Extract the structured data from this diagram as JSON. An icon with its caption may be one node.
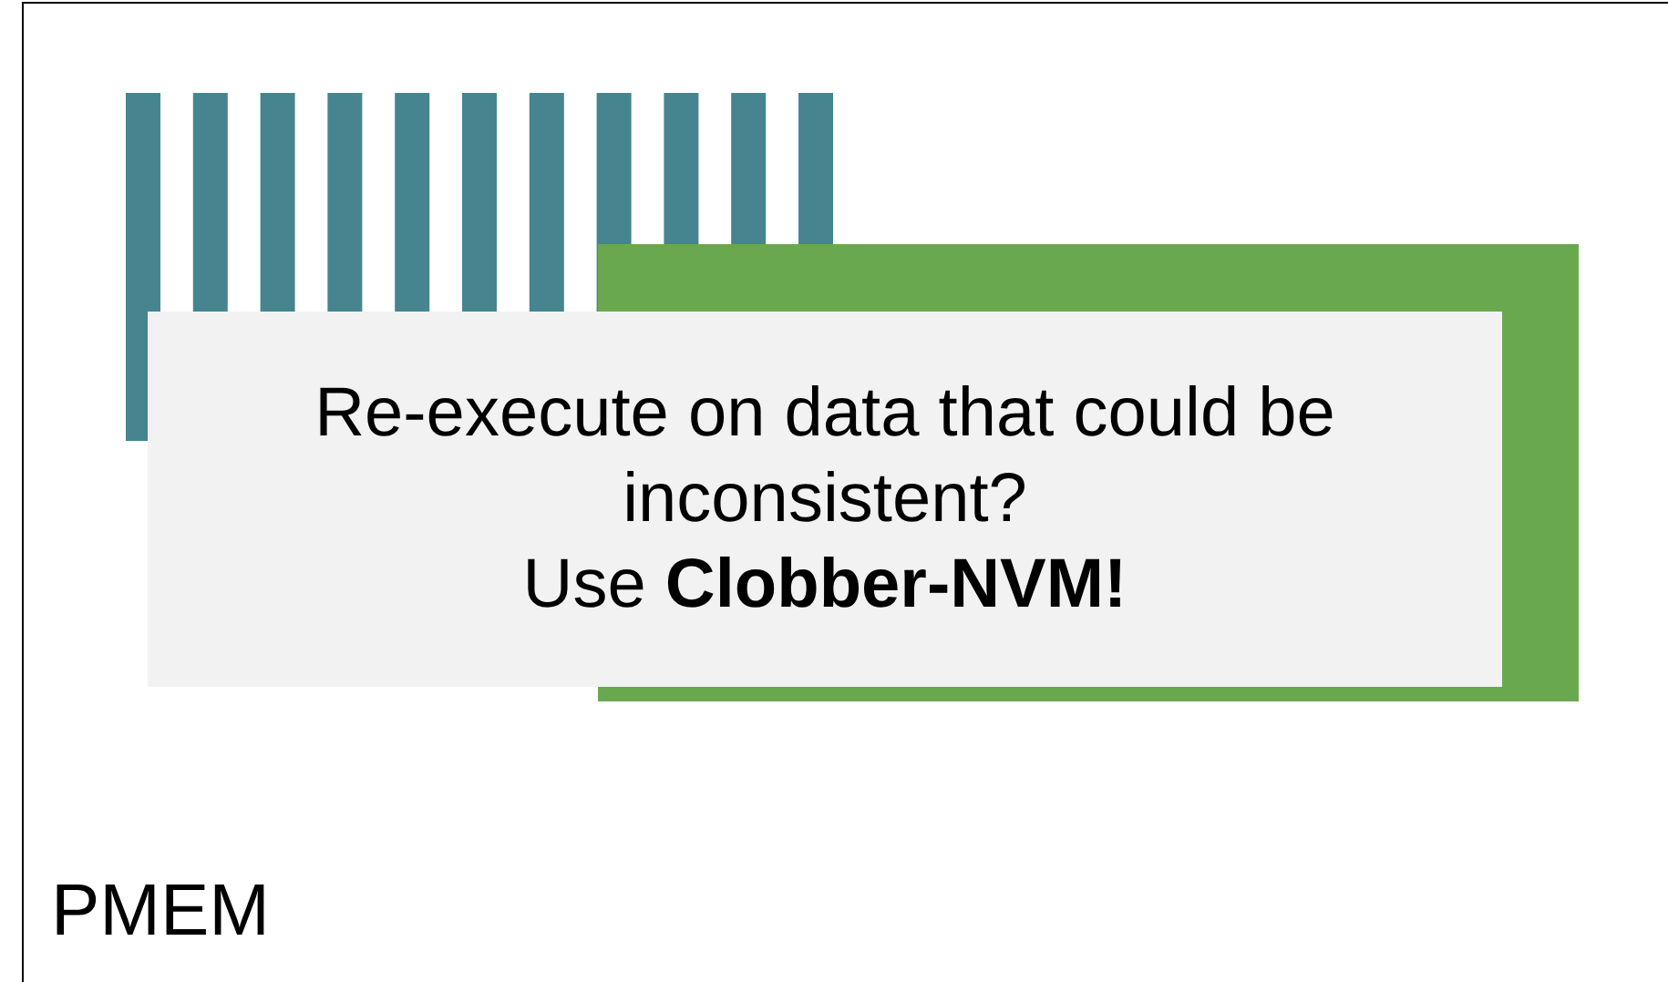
{
  "diagram": {
    "nodes": [
      {
        "text": [
          "PMEM"
        ]
      },
      {
        "text": [
          "Re-execute on data that could be inconsistent?",
          "Use **Clobber-NVM!**"
        ],
        "in": 0
      }
    ]
  }
}
